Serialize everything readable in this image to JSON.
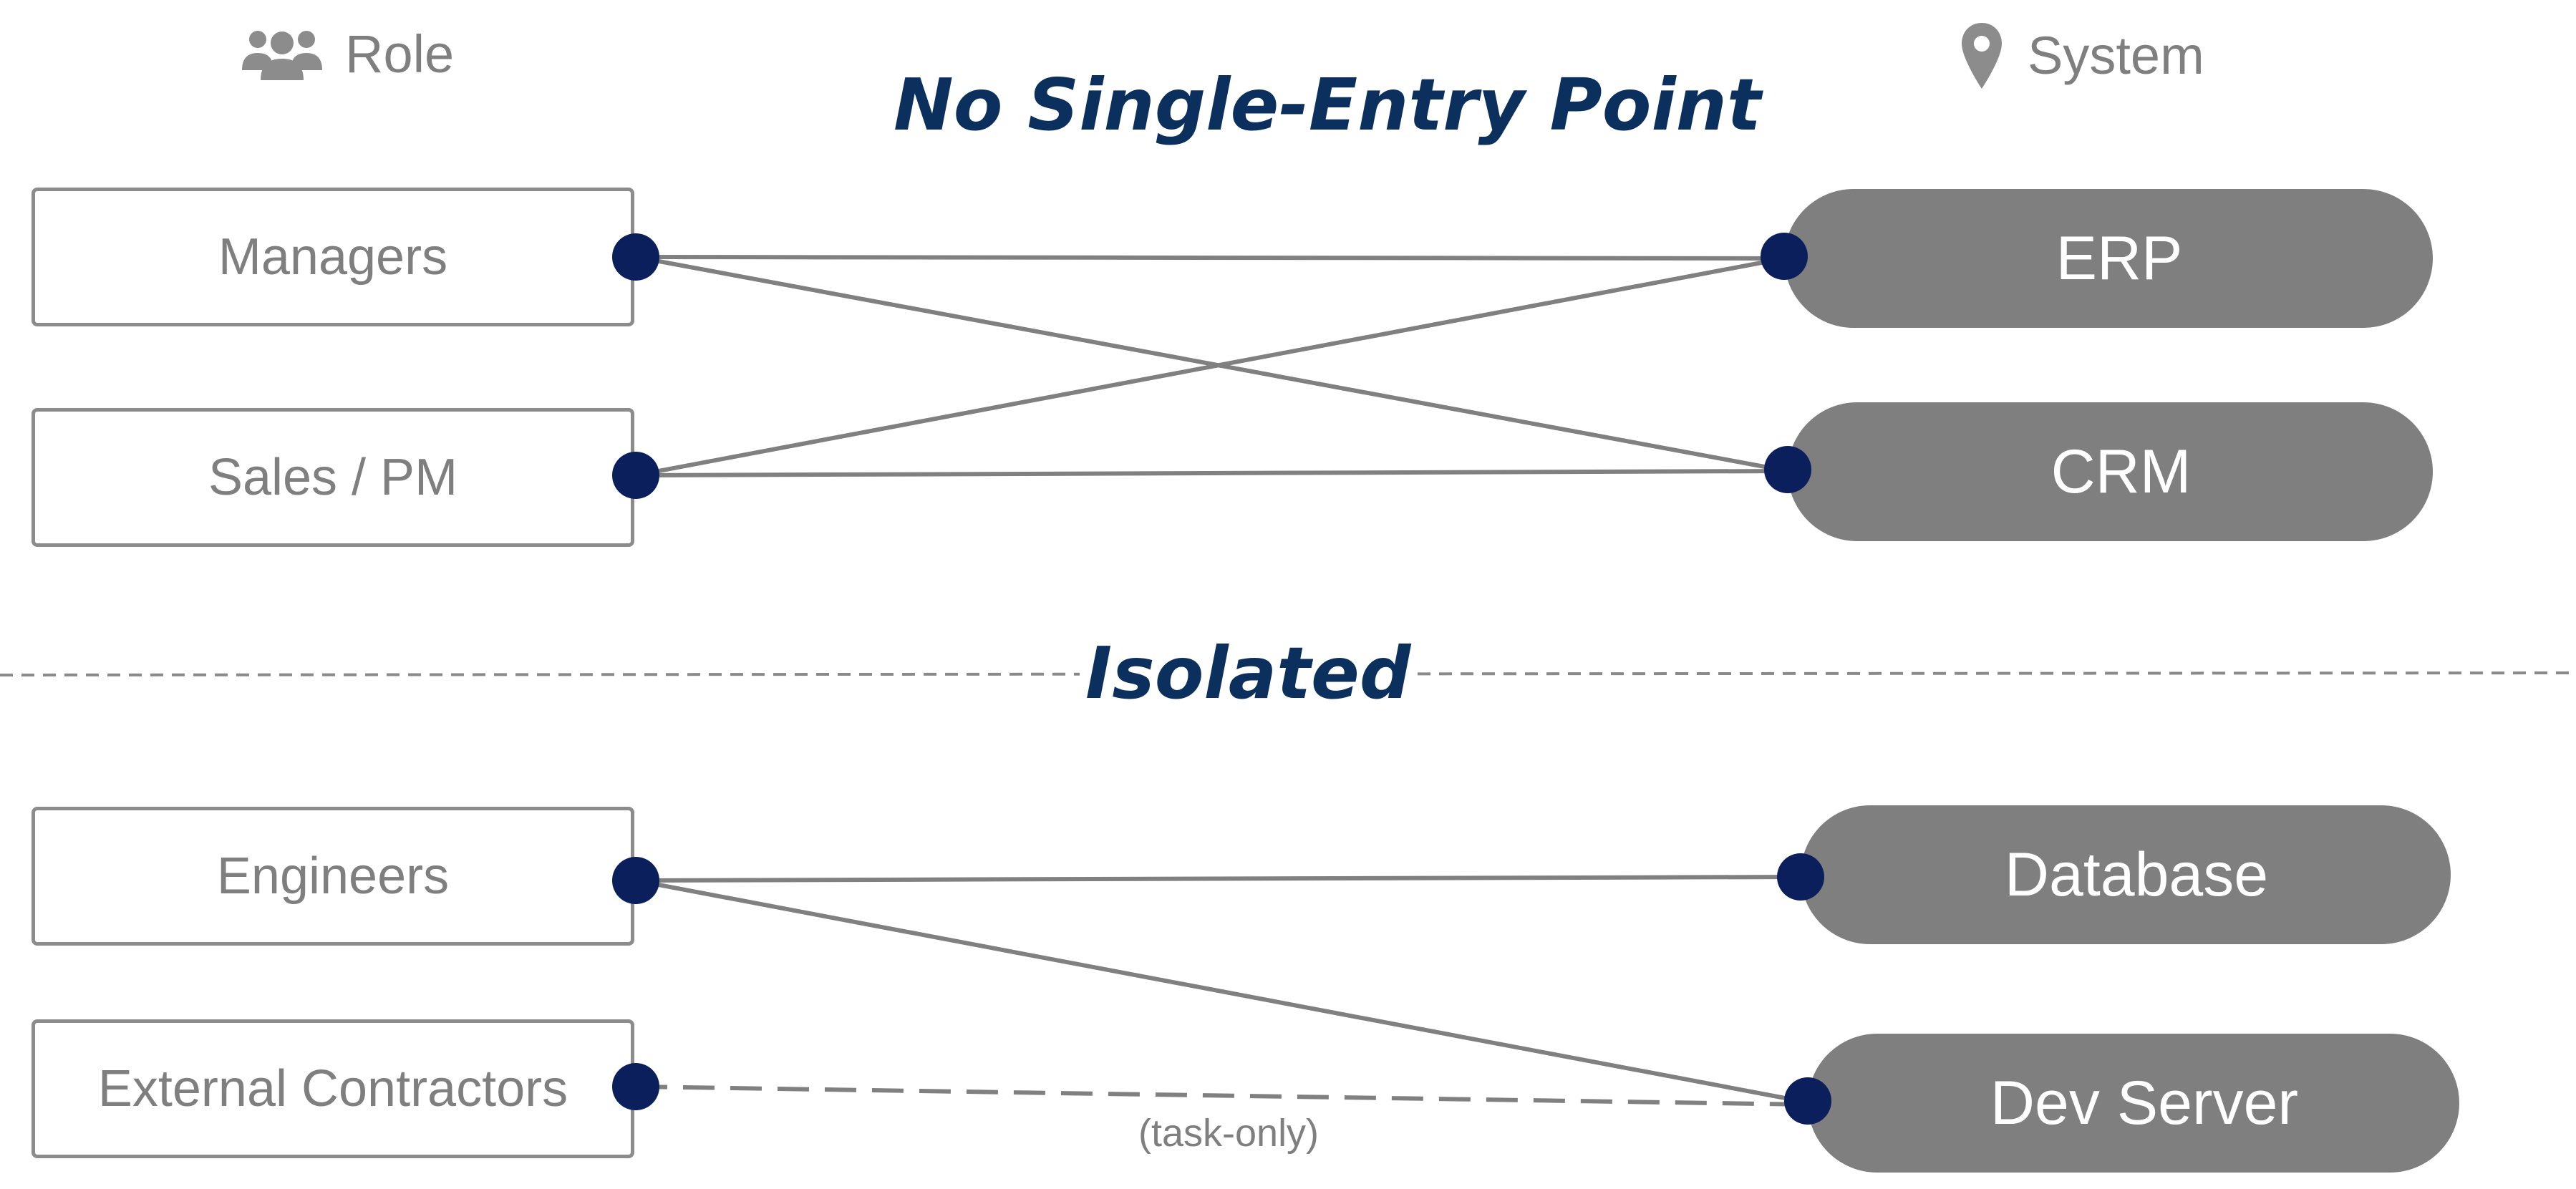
{
  "headers": {
    "role": {
      "label": "Role",
      "icon": "people-group-icon"
    },
    "system": {
      "label": "System",
      "icon": "map-pin-icon"
    }
  },
  "titles": {
    "top": "No Single-Entry Point",
    "middle": "Isolated"
  },
  "roles": [
    "Managers",
    "Sales / PM",
    "Engineers",
    "External Contractors"
  ],
  "systems": [
    "ERP",
    "CRM",
    "Database",
    "Dev Server"
  ],
  "note": "(task-only)",
  "colors": {
    "text_gray": "#7f7f7f",
    "pill_gray": "#7f7f7f",
    "title_navy": "#0c305e",
    "dot_navy": "#0b1f5c",
    "line_gray": "#808080"
  }
}
